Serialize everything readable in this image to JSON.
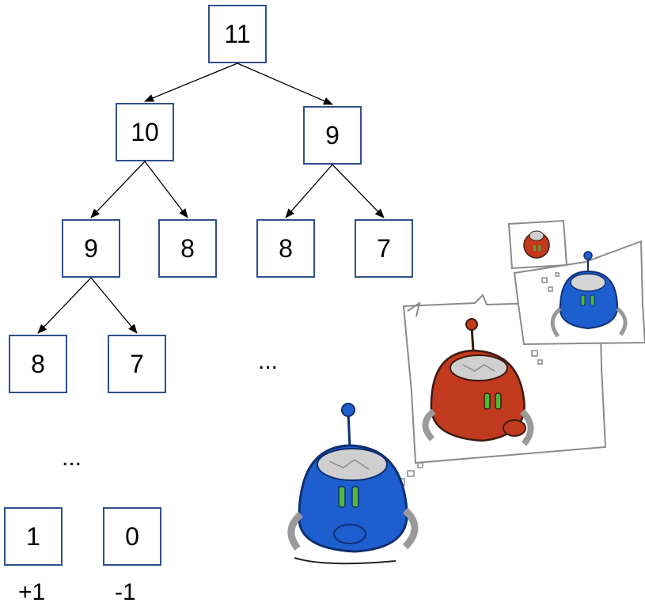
{
  "tree": {
    "nodes": [
      {
        "id": "n0",
        "value": "11"
      },
      {
        "id": "n1",
        "value": "10"
      },
      {
        "id": "n2",
        "value": "9"
      },
      {
        "id": "n3",
        "value": "9"
      },
      {
        "id": "n4",
        "value": "8"
      },
      {
        "id": "n5",
        "value": "8"
      },
      {
        "id": "n6",
        "value": "7"
      },
      {
        "id": "n7",
        "value": "8"
      },
      {
        "id": "n8",
        "value": "7"
      },
      {
        "id": "n9",
        "value": "1"
      },
      {
        "id": "n10",
        "value": "0"
      }
    ],
    "edges": [
      [
        "n0",
        "n1"
      ],
      [
        "n0",
        "n2"
      ],
      [
        "n1",
        "n3"
      ],
      [
        "n1",
        "n4"
      ],
      [
        "n2",
        "n5"
      ],
      [
        "n2",
        "n6"
      ],
      [
        "n3",
        "n7"
      ],
      [
        "n3",
        "n8"
      ]
    ],
    "ellipsis_right": "...",
    "ellipsis_bottom": "...",
    "leaf_utilities": [
      "+1",
      "-1"
    ]
  },
  "colors": {
    "node_border": "#2f4f8f",
    "robot_blue": "#1e5fd0",
    "robot_red": "#c23a1e",
    "bubble_stroke": "#8a8a8a"
  }
}
